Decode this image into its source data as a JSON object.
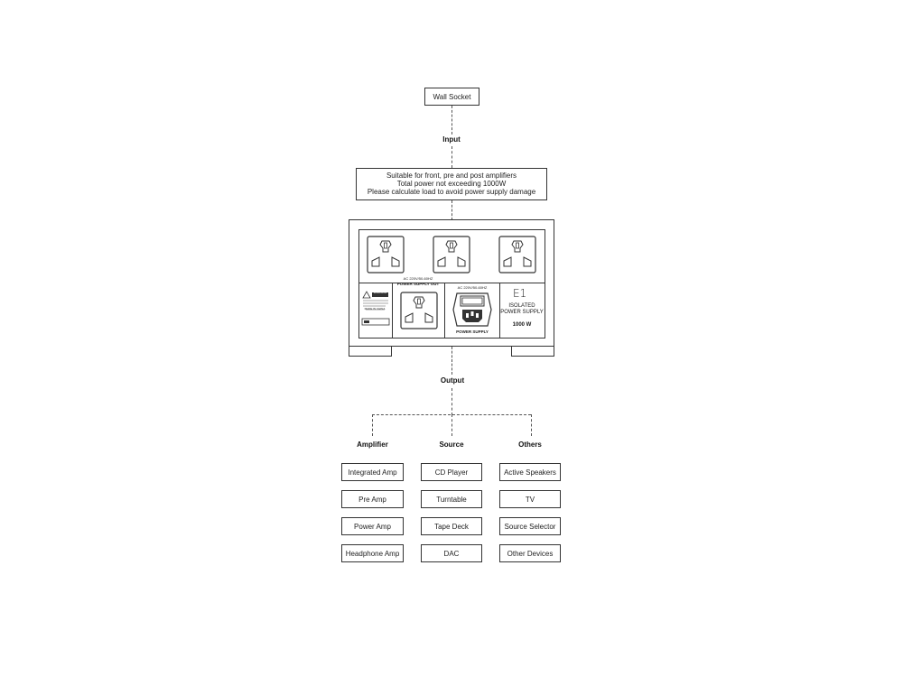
{
  "diagram": {
    "wall_socket": "Wall Socket",
    "input_label": "Input",
    "notice": {
      "line1": "Suitable for front, pre and post amplifiers",
      "line2": "Total power not exceeding 1000W",
      "line3": "Please calculate load to avoid power supply damage"
    },
    "device": {
      "outlet_rating": "AC 220V/50-60HZ",
      "outlet_label": "POWER SUPPLY OUT",
      "inlet_rating": "AC 220V/50-60HZ",
      "inlet_label": "POWER SUPPLY",
      "model": "E1",
      "name_line1": "ISOLATED",
      "name_line2": "POWER SUPPLY",
      "wattage": "1000 W",
      "warning_text": "WARNING",
      "made_in": "MADE IN CHINA"
    },
    "output_label": "Output",
    "columns": [
      {
        "heading": "Amplifier",
        "items": [
          "Integrated Amp",
          "Pre Amp",
          "Power Amp",
          "Headphone Amp"
        ]
      },
      {
        "heading": "Source",
        "items": [
          "CD Player",
          "Turntable",
          "Tape Deck",
          "DAC"
        ]
      },
      {
        "heading": "Others",
        "items": [
          "Active Speakers",
          "TV",
          "Source Selector",
          "Other Devices"
        ]
      }
    ]
  }
}
